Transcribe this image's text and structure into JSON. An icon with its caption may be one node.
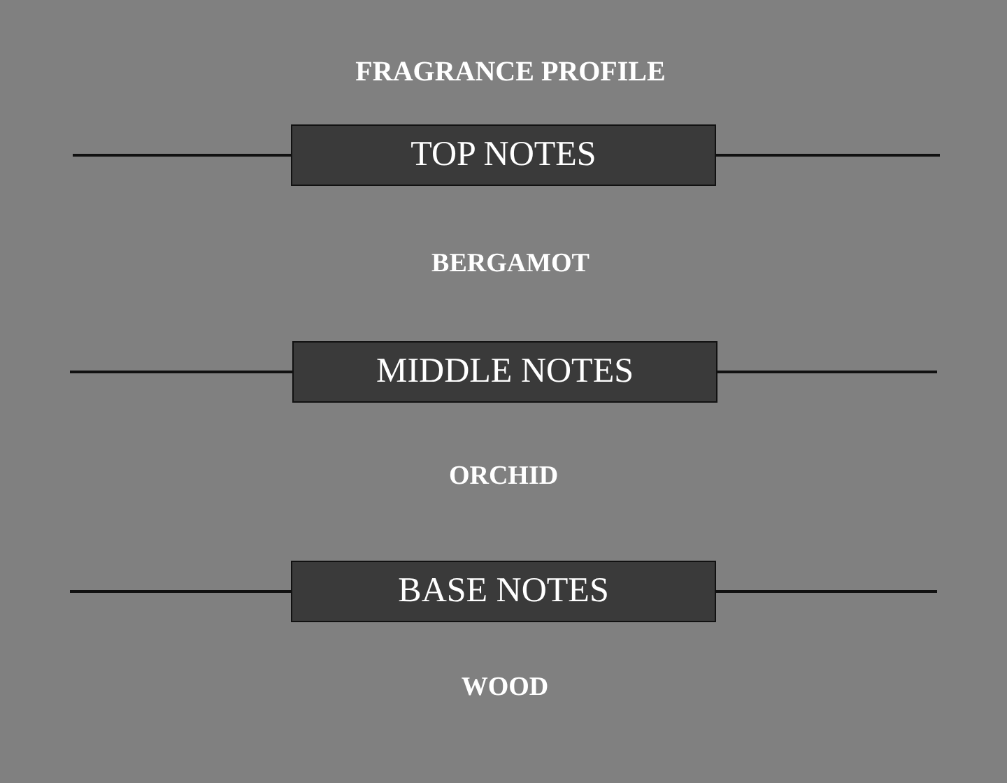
{
  "diagram": {
    "title": "FRAGRANCE PROFILE",
    "nodes": [
      {
        "text": [
          "TOP NOTES"
        ]
      },
      {
        "text": [
          "MIDDLE NOTES"
        ]
      },
      {
        "text": [
          "BASE NOTES"
        ]
      }
    ],
    "labels": [
      "BERGAMOT",
      "ORCHID",
      "WOOD"
    ]
  }
}
